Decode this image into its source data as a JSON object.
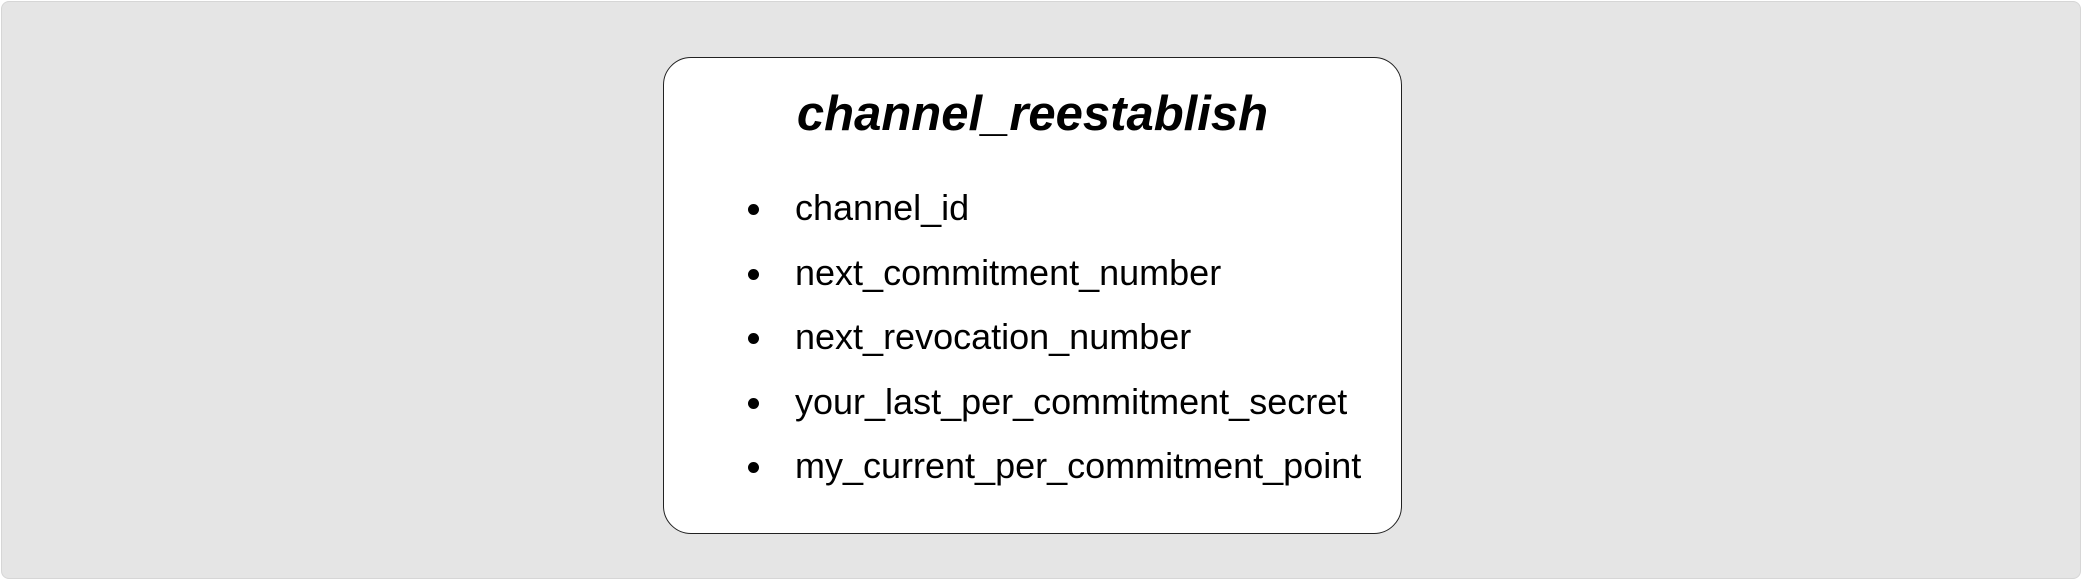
{
  "diagram": {
    "title": "channel_reestablish",
    "fields": [
      "channel_id",
      "next_commitment_number",
      "next_revocation_number",
      "your_last_per_commitment_secret",
      "my_current_per_commitment_point"
    ]
  }
}
